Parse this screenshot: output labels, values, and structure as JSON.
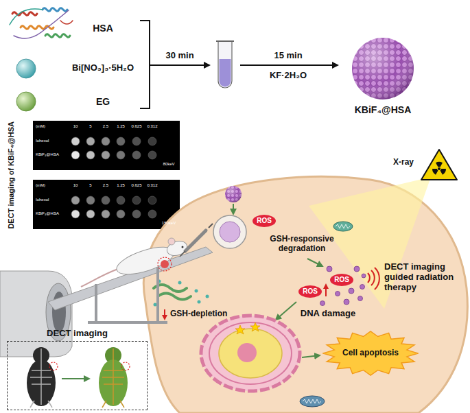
{
  "diagram": {
    "nodes": [
      {
        "text": [
          "ROS"
        ]
      },
      {
        "text": [
          "ROS"
        ]
      },
      {
        "text": [
          "ROS"
        ]
      },
      {
        "text": [
          "DECT imaging"
        ]
      },
      {
        "text": [
          "Cell apoptosis"
        ]
      }
    ],
    "labels": [
      "HSA",
      "Bi[NO₃]₃·5H₂O",
      "EG",
      "30 min",
      "15 min",
      "KF·2H₂O",
      "KBiF₄@HSA",
      "X-ray",
      "DECT imaging of KBiF₄@HSA",
      "(mM)",
      "10",
      "5",
      "2.5",
      "1.25",
      "0.625",
      "0.312",
      "Iohexol",
      "KBiF₄@HSA",
      "80keV",
      "(mM)",
      "10",
      "5",
      "2.5",
      "1.25",
      "0.625",
      "0.312",
      "Iohexol",
      "KBiF₄@HSA",
      "150keV",
      "GSH-responsive degradation",
      "GSH-depletion",
      "DECT imaging guided radiation therapy",
      "DNA damage"
    ]
  }
}
